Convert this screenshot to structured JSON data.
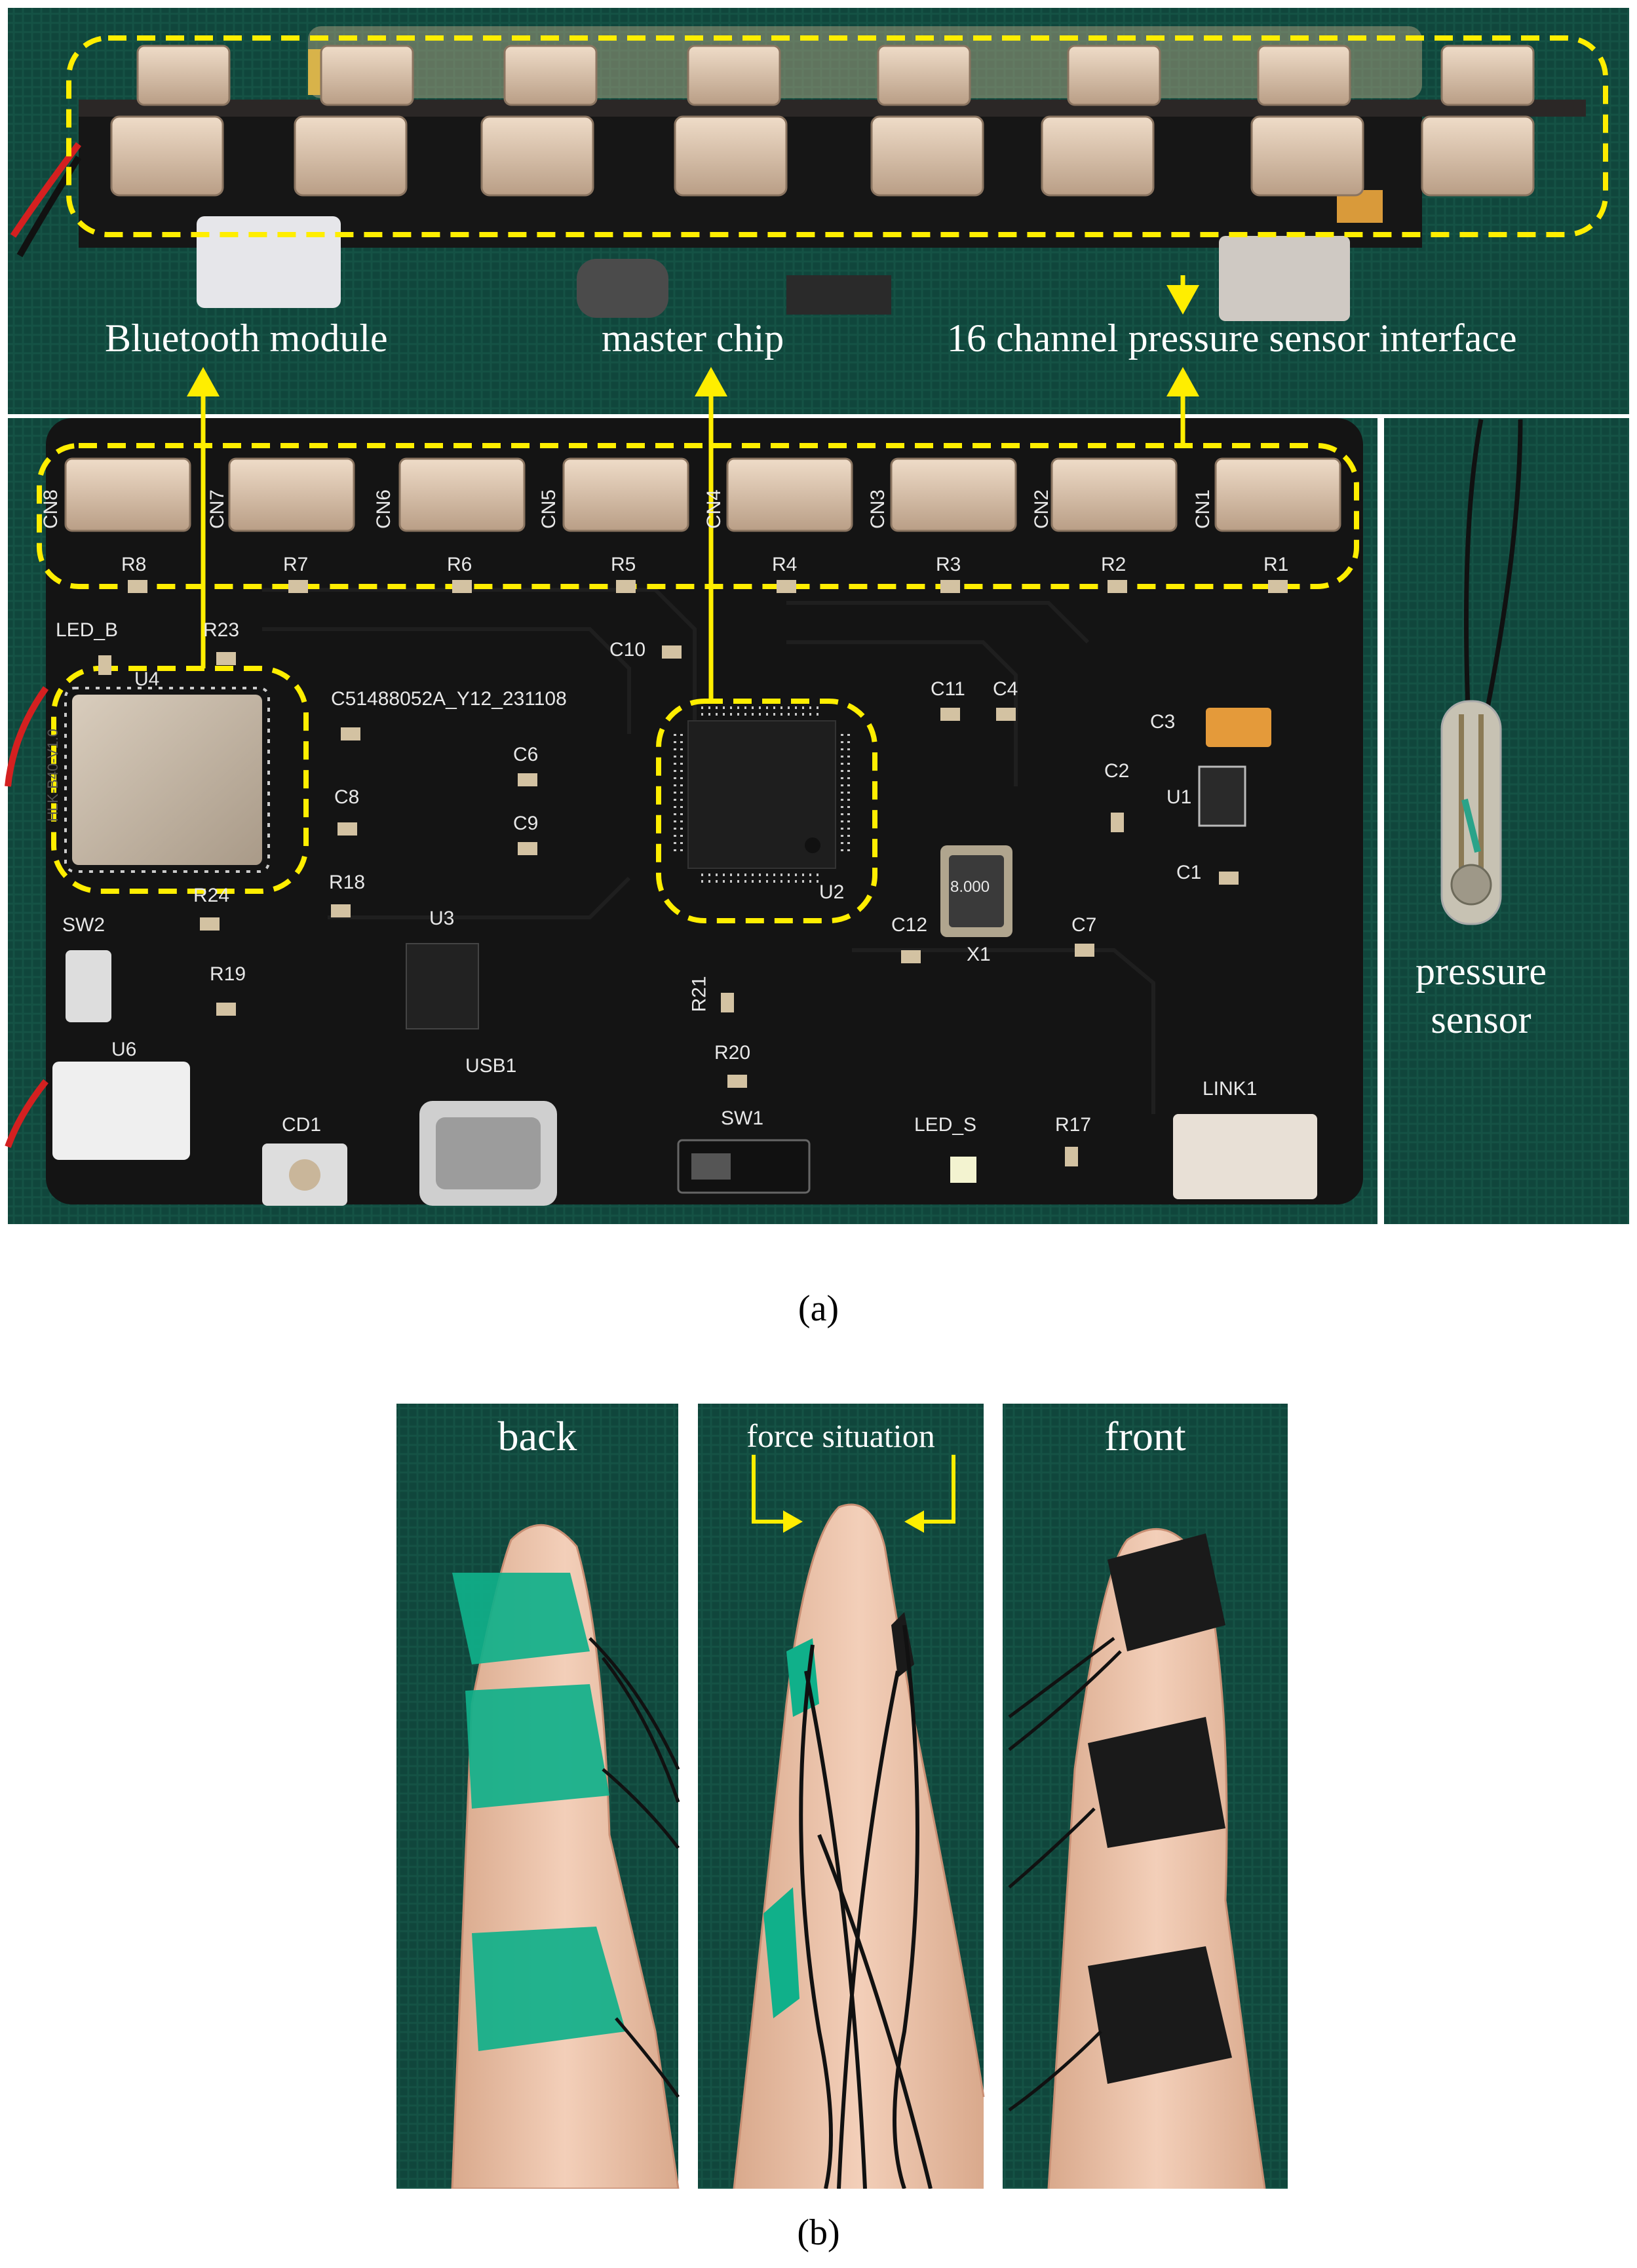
{
  "panel_a": {
    "caption": "(a)",
    "labels": {
      "bluetooth": "Bluetooth module",
      "master": "master chip",
      "interface": "16 channel pressure sensor interface",
      "sensor": "pressure\nsensor"
    },
    "pcb_text": {
      "part_id": "C51488052A_Y12_231108",
      "module_text": "HLK-B40-V1.0",
      "crystal": "8.000",
      "cn": [
        "CN8",
        "CN7",
        "CN6",
        "CN5",
        "CN4",
        "CN3",
        "CN2",
        "CN1"
      ],
      "r": [
        "R8",
        "R7",
        "R6",
        "R5",
        "R4",
        "R3",
        "R2",
        "R1"
      ],
      "parts": {
        "led_b": "LED_B",
        "r23": "R23",
        "u4": "U4",
        "c10": "C10",
        "c11": "C11",
        "c4": "C4",
        "c3": "C3",
        "c6": "C6",
        "c8": "C8",
        "c9": "C9",
        "c2": "C2",
        "u1": "U1",
        "c1": "C1",
        "r18": "R18",
        "r24": "R24",
        "sw2": "SW2",
        "u3": "U3",
        "r19": "R19",
        "u2": "U2",
        "x1": "X1",
        "c12": "C12",
        "c7": "C7",
        "r21": "R21",
        "r20": "R20",
        "u6": "U6",
        "usb1": "USB1",
        "sw1": "SW1",
        "led_s": "LED_S",
        "r17": "R17",
        "link1": "LINK1",
        "cd1": "CD1"
      }
    }
  },
  "panel_b": {
    "caption": "(b)",
    "labels": {
      "back": "back",
      "force": "force situation",
      "front": "front"
    }
  },
  "colors": {
    "annotation": "#ffee00",
    "board": "#141414",
    "cloth": "#10463c",
    "tape_green": "#10b08a",
    "tape_black": "#1a1a1a"
  }
}
